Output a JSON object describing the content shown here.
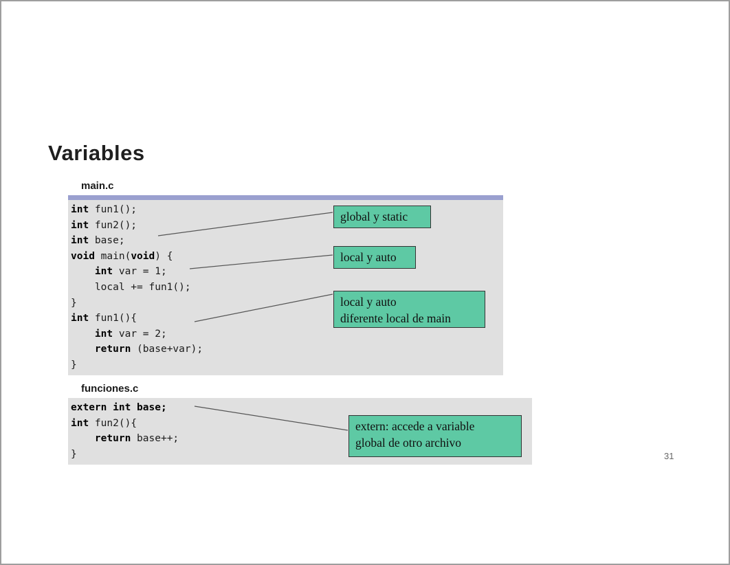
{
  "slide": {
    "title": "Variables",
    "page_number": "31"
  },
  "files": [
    {
      "label": "main.c",
      "lines": [
        [
          {
            "t": "int",
            "b": true
          },
          {
            "t": " fun1();",
            "b": false
          }
        ],
        [
          {
            "t": "int",
            "b": true
          },
          {
            "t": " fun2();",
            "b": false
          }
        ],
        [
          {
            "t": "int",
            "b": true
          },
          {
            "t": " base;",
            "b": false
          }
        ],
        [
          {
            "t": "void",
            "b": true
          },
          {
            "t": " main(",
            "b": false
          },
          {
            "t": "void",
            "b": true
          },
          {
            "t": ") {",
            "b": false
          }
        ],
        [
          {
            "t": "    ",
            "b": false
          },
          {
            "t": "int",
            "b": true
          },
          {
            "t": " var = 1;",
            "b": false
          }
        ],
        [
          {
            "t": "    local += fun1();",
            "b": false
          }
        ],
        [
          {
            "t": "}",
            "b": false
          }
        ],
        [
          {
            "t": "int",
            "b": true
          },
          {
            "t": " fun1(){",
            "b": false
          }
        ],
        [
          {
            "t": "    ",
            "b": false
          },
          {
            "t": "int",
            "b": true
          },
          {
            "t": " var = 2;",
            "b": false
          }
        ],
        [
          {
            "t": "    ",
            "b": false
          },
          {
            "t": "return",
            "b": true
          },
          {
            "t": " (base+var);",
            "b": false
          }
        ],
        [
          {
            "t": "}",
            "b": false
          }
        ]
      ]
    },
    {
      "label": "funciones.c",
      "lines": [
        [
          {
            "t": "extern int base;",
            "b": true
          }
        ],
        [
          {
            "t": "int",
            "b": true
          },
          {
            "t": " fun2(){",
            "b": false
          }
        ],
        [
          {
            "t": "    ",
            "b": false
          },
          {
            "t": "return",
            "b": true
          },
          {
            "t": " base++;",
            "b": false
          }
        ],
        [
          {
            "t": "}",
            "b": false
          }
        ]
      ]
    }
  ],
  "annotations": [
    {
      "lines": [
        "global y static"
      ]
    },
    {
      "lines": [
        "local y auto"
      ]
    },
    {
      "lines": [
        "local y auto",
        "diferente local de main"
      ]
    },
    {
      "lines": [
        "extern: accede a variable",
        "global de otro archivo"
      ]
    }
  ],
  "colors": {
    "annotation_fill": "#5ec9a4",
    "annotation_border": "#333333",
    "code_background": "#e0e0e0",
    "code_topbar": "#9aa0cf",
    "connector": "#555555"
  }
}
